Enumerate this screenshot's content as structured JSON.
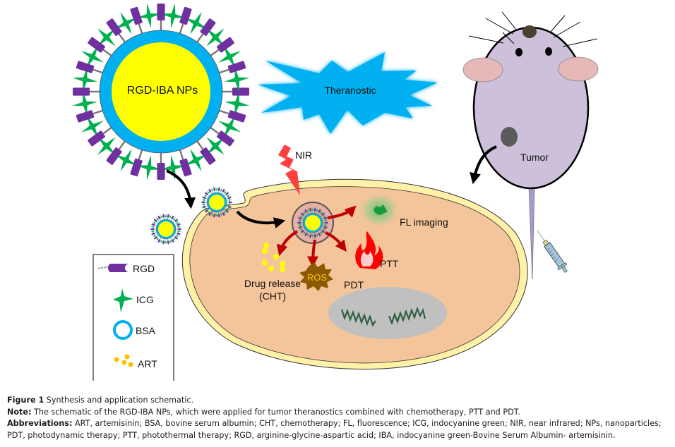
{
  "figure": {
    "nanoparticle_label": "RGD-IBA NPs",
    "theranostic_label": "Theranostic",
    "nir_label": "NIR",
    "tumor_label": "Tumor",
    "fl_imaging_label": "FL imaging",
    "ptt_label": "PTT",
    "pdt_label": "PDT",
    "ros_label": "ROS",
    "drug_release_label": "Drug release",
    "cht_label": "(CHT)",
    "legend": [
      {
        "icon": "rgd-icon",
        "label": "RGD"
      },
      {
        "icon": "icg-star-icon",
        "label": "ICG"
      },
      {
        "icon": "bsa-ring-icon",
        "label": "BSA"
      },
      {
        "icon": "art-dots-icon",
        "label": "ART"
      }
    ],
    "colors": {
      "core": "#ffff00",
      "shell": "#00b0f0",
      "rgd": "#7030a0",
      "icg": "#00b050",
      "cell": "#f4c49a",
      "membrane": "#fff2a8",
      "nucleus": "#c0c0c0",
      "mouse": "#ccc0da",
      "ear": "#e6b8b7",
      "arrow_red": "#c00000",
      "burst": "#00b0f0",
      "ros": "#8b5a00"
    }
  },
  "caption": {
    "figure_label": "Figure 1",
    "figure_title": "Synthesis and application schematic.",
    "note_label": "Note:",
    "note_text": "The schematic of the RGD-IBA NPs, which were applied for tumor theranostics combined with chemotherapy, PTT and PDT.",
    "abbr_label": "Abbreviations:",
    "abbr_text": "ART, artemisinin; BSA, bovine serum albumin; CHT, chemotherapy; FL, fluorescence; ICG, indocyanine green; NIR, near infrared; NPs, nanoparticles; PDT, photodynamic therapy; PTT, photothermal therapy; RGD, arginine-glycine-aspartic acid; IBA, indocyanine green-Bovine Serum Albumin- artemisinin."
  }
}
